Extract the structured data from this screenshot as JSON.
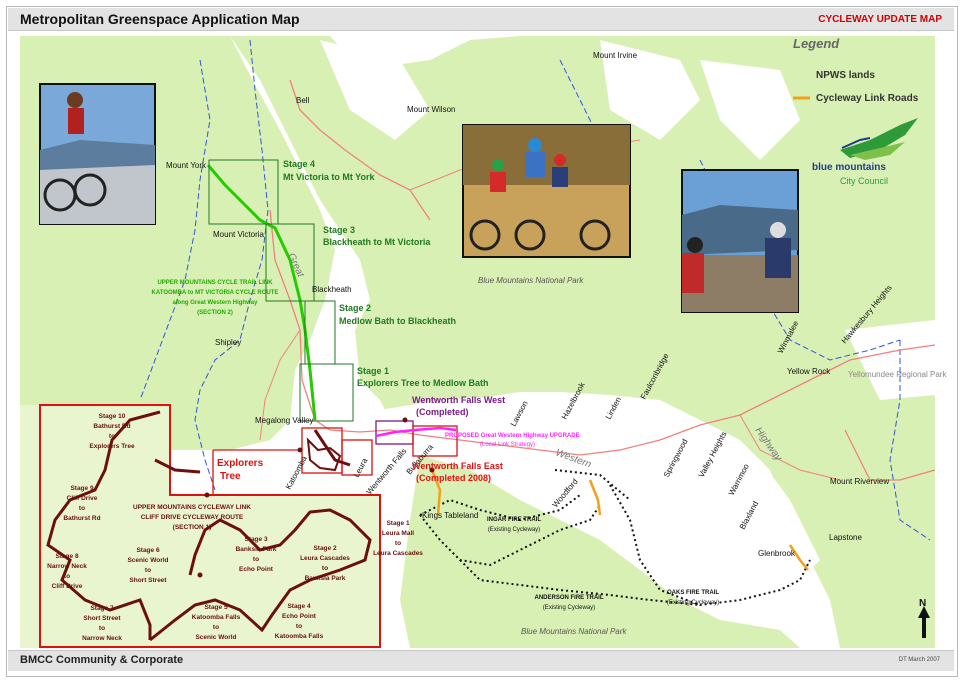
{
  "header": {
    "title": "Metropolitan Greenspace Application Map",
    "update_label": "CYCLEWAY UPDATE MAP"
  },
  "footer": {
    "left": "BMCC Community & Corporate",
    "right": "DT March 2007"
  },
  "legend": {
    "title": "Legend",
    "items": [
      {
        "label": "NPWS lands",
        "color": "#d9f0b4"
      },
      {
        "label": "Cycleway Link Roads",
        "color": "#f2a018"
      }
    ]
  },
  "logo": {
    "line1": "blue mountains",
    "line2": "City Council"
  },
  "north": {
    "letter": "N",
    "arrow": "1"
  },
  "colors": {
    "npws": "#d9f0b4",
    "green_route": "#22cc00",
    "stage_box": "#1f7a1f",
    "red_box": "#e01010",
    "cliff_route": "#6b0f0f",
    "fire_trail": "#111111",
    "link_road": "#f2a018",
    "highway": "#f08080",
    "boundary": "#3355dd",
    "proposed": "#ff22ff",
    "wf_west": "#7a1a8a"
  },
  "towns": [
    "Mount Irvine",
    "Bell",
    "Mount Wilson",
    "Mount York",
    "Mount Victoria",
    "Blackheath",
    "Shipley",
    "Megalong Valley",
    "Katoomba",
    "Leura",
    "Wentworth Falls",
    "Bullaburra",
    "Lawson",
    "Hazelbrook",
    "Linden",
    "Faulconbridge",
    "Winmalee",
    "Hawkesbury Heights",
    "Yellow Rock",
    "Yellomundee Regional Park",
    "Springwood",
    "Valley Heights",
    "Warrimoo",
    "Blaxland",
    "Glenbrook",
    "Mount Riverview",
    "Lapstone",
    "Kings Tableland",
    "Woodford",
    "Great",
    "Western",
    "Highway"
  ],
  "parks": [
    "Blue Mountains National Park",
    "Blue Mountains National Park"
  ],
  "stages_north": [
    {
      "title": "Stage 4",
      "desc": "Mt Victoria to Mt York"
    },
    {
      "title": "Stage 3",
      "desc": "Blackheath to Mt Victoria"
    },
    {
      "title": "Stage 2",
      "desc": "Medlow Bath to Blackheath"
    },
    {
      "title": "Stage 1",
      "desc": "Explorers Tree to Medlow Bath"
    }
  ],
  "upper_trail": {
    "line1": "UPPER MOUNTAINS CYCLE TRAIL LINK",
    "line2": "KATOOMBA to MT VICTORIA CYCLE ROUTE",
    "line3": "along Great Western Highway",
    "line4": "(SECTION 2)"
  },
  "wentworth_west": {
    "title": "Wentworth Falls West",
    "status": "(Completed)"
  },
  "wentworth_east": {
    "title": "Wentworth Falls East",
    "status": "(Completed 2008)"
  },
  "proposed": {
    "line1": "PROPOSED Great Western Highway UPGRADE",
    "line2": "(Local Link Strategy)"
  },
  "explorers_tree": {
    "line1": "Explorers",
    "line2": "Tree"
  },
  "cliff_drive": {
    "line1": "UPPER MOUNTAINS CYCLEWAY LINK",
    "line2": "CLIFF DRIVE CYCLEWAY ROUTE",
    "line3": "(SECTION 1)"
  },
  "stages_south": [
    {
      "stage": "Stage 10",
      "l1": "Bathurst Rd",
      "l2": "to",
      "l3": "Explorers Tree"
    },
    {
      "stage": "Stage 9",
      "l1": "Cliff Drive",
      "l2": "to",
      "l3": "Bathurst Rd"
    },
    {
      "stage": "Stage 8",
      "l1": "Narrow Neck",
      "l2": "to",
      "l3": "Cliff Drive"
    },
    {
      "stage": "Stage 7",
      "l1": "Short Street",
      "l2": "to",
      "l3": "Narrow Neck"
    },
    {
      "stage": "Stage 6",
      "l1": "Scenic World",
      "l2": "to",
      "l3": "Short Street"
    },
    {
      "stage": "Stage 5",
      "l1": "Katoomba Falls",
      "l2": "to",
      "l3": "Scenic World"
    },
    {
      "stage": "Stage 4",
      "l1": "Echo Point",
      "l2": "to",
      "l3": "Katoomba Falls"
    },
    {
      "stage": "Stage 3",
      "l1": "Banksia Park",
      "l2": "to",
      "l3": "Echo Point"
    },
    {
      "stage": "Stage 2",
      "l1": "Leura Cascades",
      "l2": "to",
      "l3": "Banksia Park"
    },
    {
      "stage": "Stage 1",
      "l1": "Leura Mall",
      "l2": "to",
      "l3": "Leura Cascades"
    }
  ],
  "fire_trails": [
    {
      "name": "INGAR FIRE TRAIL",
      "status": "(Existing Cycleway)"
    },
    {
      "name": "ANDERSON FIRE TRAIL",
      "status": "(Existing Cycleway)"
    },
    {
      "name": "OAKS FIRE TRAIL",
      "status": "(Existing Cycleway)"
    }
  ]
}
